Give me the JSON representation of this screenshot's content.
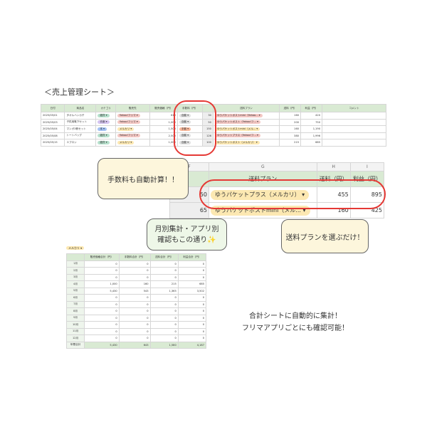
{
  "title": "＜売上管理シート＞",
  "main": {
    "headers": [
      "日付",
      "商品名",
      "カテゴリ",
      "販売先",
      "販売価格（円）",
      "手数料（円）",
      "",
      "送料プラン",
      "送料（円）",
      "利益（円）",
      "コメント"
    ],
    "rows": [
      {
        "date": "2025/05/01",
        "item": "タオルハンカチ",
        "cat": "雑貨",
        "catColor": "green",
        "shop": "Yahoo!フリマ",
        "shopColor": "pink",
        "price": "610",
        "mode": "自動",
        "modeColor": "grey",
        "fee": "30",
        "plan": "ゆうパケットポストmini（Yahoo...",
        "planColor": "pink",
        "ship": "160",
        "profit": "420"
      },
      {
        "date": "2025/05/03",
        "item": "子供用靴下セット",
        "cat": "衣服",
        "catColor": "purple",
        "shop": "Yahoo!フリマ",
        "shopColor": "pink",
        "price": "1,000",
        "mode": "自動",
        "modeColor": "grey",
        "fee": "50",
        "plan": "ゆうパケットポスト（Yahoo!フ...",
        "planColor": "pink",
        "ship": "200",
        "profit": "750"
      },
      {
        "date": "2025/05/04",
        "item": "マンガ3冊セット",
        "cat": "本",
        "catColor": "blue",
        "shop": "メルカリ",
        "shopColor": "yellow",
        "price": "1,500",
        "mode": "手動",
        "modeColor": "orange",
        "fee": "150",
        "plan": "ゆうパケットポストmini（メル...",
        "planColor": "yellow",
        "ship": "160",
        "profit": "1,190"
      },
      {
        "date": "2025/05/08",
        "item": "トートバッグ",
        "cat": "雑貨",
        "catColor": "green",
        "shop": "Yahoo!フリマ",
        "shopColor": "pink",
        "price": "2,500",
        "mode": "自動",
        "modeColor": "grey",
        "fee": "126",
        "plan": "ゆうパケットプラス（Yahoo!フ...",
        "planColor": "pink",
        "ship": "380",
        "profit": "1,996"
      },
      {
        "date": "2025/05/15",
        "item": "エプロン",
        "cat": "雑貨",
        "catColor": "green",
        "shop": "メルカリ",
        "shopColor": "yellow",
        "price": "1,000",
        "mode": "自動",
        "modeColor": "grey",
        "fee": "100",
        "plan": "ゆうパケットポスト（メルカリ）",
        "planColor": "yellow",
        "ship": "215",
        "profit": "685"
      }
    ]
  },
  "zoomed": {
    "cols": [
      "F",
      "G",
      "H",
      "I"
    ],
    "headers": [
      "",
      "送料プラン",
      "送料（円）",
      "利益（円）"
    ],
    "rows": [
      {
        "fee": "50",
        "plan": "ゆうパケットプラス（メルカリ）",
        "ship": "455",
        "profit": "895"
      },
      {
        "fee": "65",
        "plan": "ゆうパケットポストmini（メル...",
        "ship": "160",
        "profit": "425"
      }
    ]
  },
  "bubbles": {
    "fee": "手数料も自動計算！！",
    "plan": "送料プランを選ぶだけ！",
    "monthly_line1": "月別集計・アプリ別",
    "monthly_line2": "確認もこの通り✨"
  },
  "summary": {
    "filter": "メルカリ",
    "headers": [
      "",
      "販売価格合計（円）",
      "手数料合計（円）",
      "送料合計（円）",
      "利益合計（円）"
    ],
    "rows": [
      [
        "1月",
        "0",
        "0",
        "0",
        "0"
      ],
      [
        "2月",
        "0",
        "0",
        "0",
        "0"
      ],
      [
        "3月",
        "0",
        "0",
        "0",
        "0"
      ],
      [
        "4月",
        "1,000",
        "160",
        "215",
        "685"
      ],
      [
        "5月",
        "5,430",
        "543",
        "1,365",
        "3,502"
      ],
      [
        "6月",
        "0",
        "0",
        "0",
        "0"
      ],
      [
        "7月",
        "0",
        "0",
        "0",
        "0"
      ],
      [
        "8月",
        "0",
        "0",
        "0",
        "0"
      ],
      [
        "9月",
        "0",
        "0",
        "0",
        "0"
      ],
      [
        "10月",
        "0",
        "0",
        "0",
        "0"
      ],
      [
        "11月",
        "0",
        "0",
        "0",
        "0"
      ],
      [
        "12月",
        "0",
        "0",
        "0",
        "0"
      ]
    ],
    "total": [
      "年間合計",
      "5,430",
      "643",
      "1,580",
      "4,187"
    ]
  },
  "caption": {
    "line1": "合計シートに自動的に集計！",
    "line2": "フリマアプリごとにも確認可能！"
  }
}
